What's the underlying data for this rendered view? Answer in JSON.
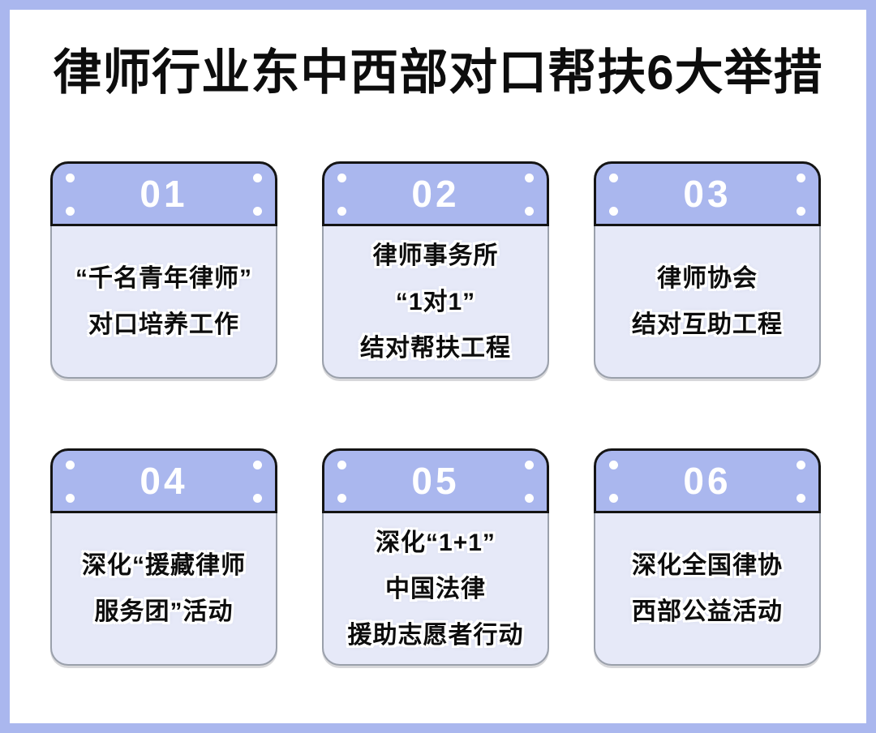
{
  "page": {
    "title": "律师行业东中西部对口帮扶6大举措"
  },
  "colors": {
    "frame_color": "#aab7ee",
    "header_fill": "#aab7ee",
    "body_fill": "#e6e9f8",
    "header_border": "#141414",
    "body_border": "#9aa0ab",
    "number_color": "#ffffff",
    "text_color": "#0d0d0d",
    "page_bg": "#ffffff"
  },
  "cards": [
    {
      "number": "01",
      "lines": [
        "“千名青年律师”",
        "对口培养工作"
      ]
    },
    {
      "number": "02",
      "lines": [
        "律师事务所",
        "“1对1”",
        "结对帮扶工程"
      ]
    },
    {
      "number": "03",
      "lines": [
        "律师协会",
        "结对互助工程"
      ]
    },
    {
      "number": "04",
      "lines": [
        "深化“援藏律师",
        "服务团”活动"
      ]
    },
    {
      "number": "05",
      "lines": [
        "深化“1+1”",
        "中国法律",
        "援助志愿者行动"
      ]
    },
    {
      "number": "06",
      "lines": [
        "深化全国律协",
        "西部公益活动"
      ]
    }
  ]
}
